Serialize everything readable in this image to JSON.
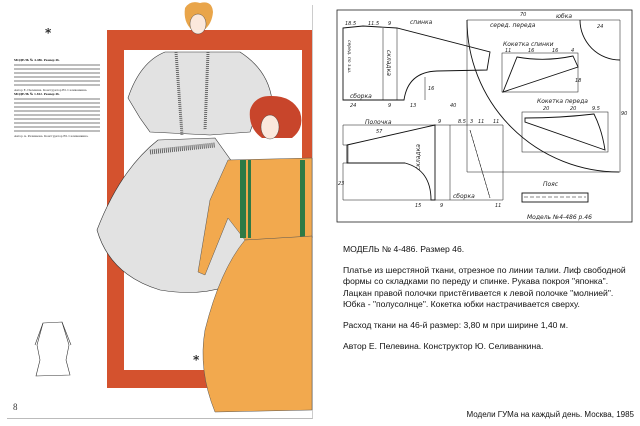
{
  "left_page": {
    "page_number": "8",
    "asterisk": "*",
    "model1_title": "МОДЕЛЬ № 4-486. Размер 46.",
    "model1_author": "Автор Е. Пелевина. Конструктор Ю. Селиванкина.",
    "model2_title": "МОДЕЛЬ № 1-812. Размер 46.",
    "model2_author": "Автор А. Резникова. Конструктор Ю. Селиванкина."
  },
  "pattern": {
    "labels": [
      "спинка",
      "юбка",
      "серед. переда",
      "Кокетка спинки",
      "Кокетка переда",
      "Полочка",
      "складка",
      "складка",
      "сборка",
      "сборка",
      "Пояс",
      "Модель №4-486 р.46",
      "серед. по з.ш."
    ],
    "numbers": [
      "18.5",
      "11.5",
      "9",
      "70",
      "24",
      "24",
      "9",
      "13",
      "40",
      "16",
      "57",
      "9",
      "8.5",
      "3",
      "11",
      "11",
      "20",
      "20",
      "9.5",
      "11",
      "16",
      "16",
      "4",
      "15",
      "9",
      "11",
      "18",
      "23",
      "90"
    ]
  },
  "description": {
    "title": "МОДЕЛЬ № 4-486. Размер 46.",
    "body": "Платье из шерстяной ткани, отрезное по линии талии. Лиф свободной формы со складками по переду и спинке. Рукава покроя \"японка\". Лацкан правой полочки пристёгивается к левой полочке \"молнией\". Юбка - \"полусолнце\". Кокетка юбки настрачивается сверху.",
    "fabric": "Расход ткани на 46-й размер: 3,80 м при ширине 1,40 м.",
    "authors": "Автор Е. Пелевина. Конструктор Ю. Селиванкина."
  },
  "caption": "Модели ГУМа на каждый день. Москва, 1985",
  "colors": {
    "frame": "#d4522e",
    "orange_dress": "#f2a94e",
    "stripe": "#2e7a45"
  }
}
